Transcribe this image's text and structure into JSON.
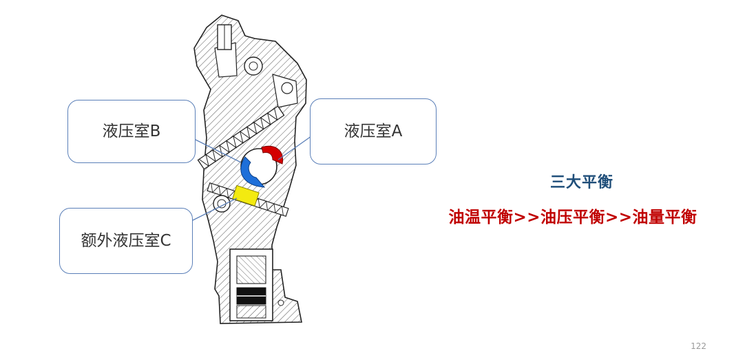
{
  "labels": {
    "chamber_b": "液压室B",
    "chamber_a": "液压室A",
    "chamber_c": "额外液压室C"
  },
  "headline": "三大平衡",
  "subline": "油温平衡>>油压平衡>>油量平衡",
  "page_number": "122",
  "colors": {
    "callout_border": "#5a7fb8",
    "headline": "#1f4e79",
    "subline": "#c00000",
    "chamber_a": "#d40000",
    "chamber_b": "#1e6fd9",
    "chamber_c": "#f3ea10"
  }
}
